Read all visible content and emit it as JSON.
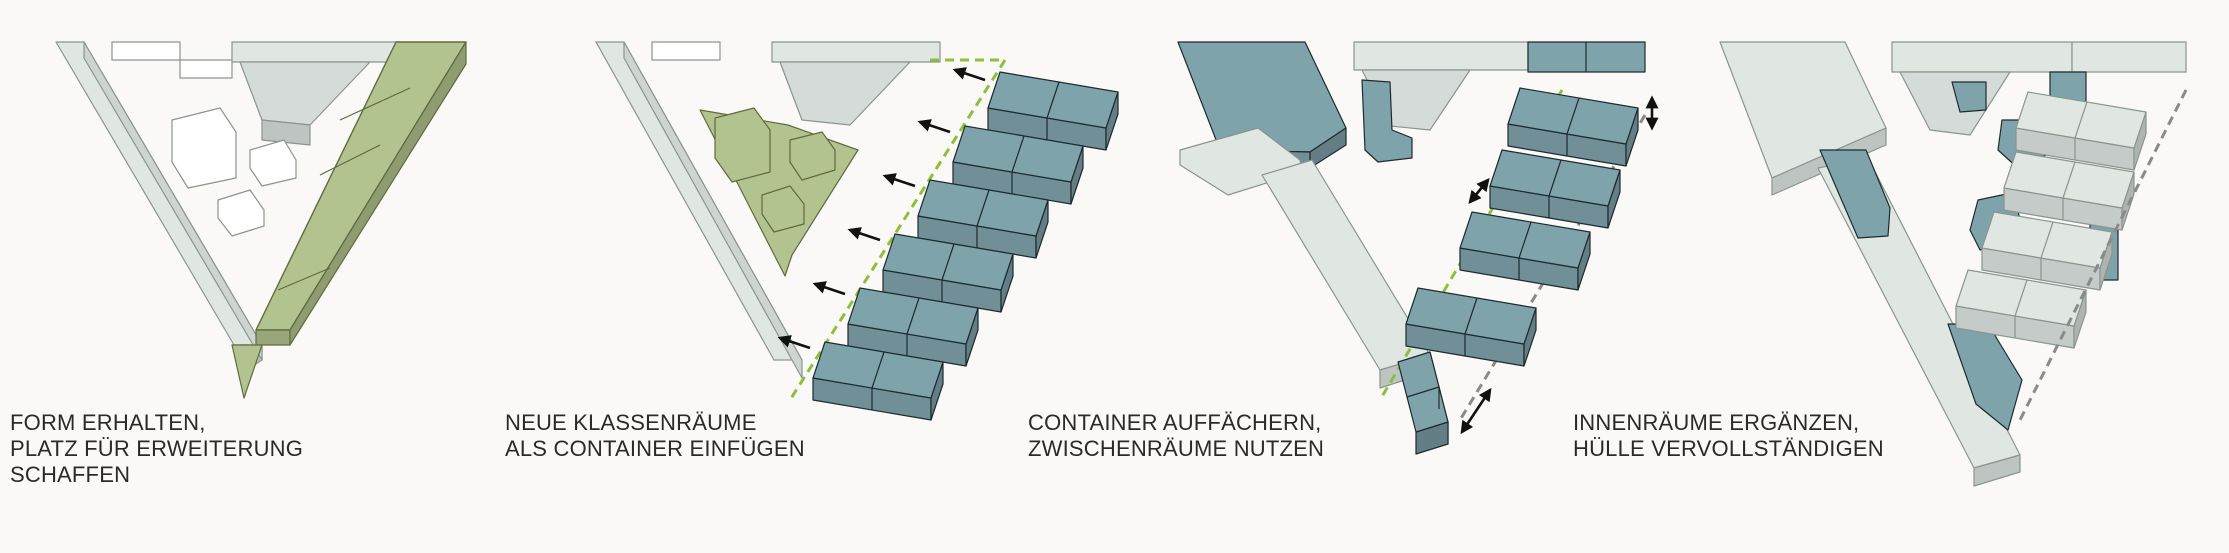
{
  "colors": {
    "background": "#fbf9f7",
    "existing_building": "#e0e7e3",
    "existing_building_edge": "#8a9590",
    "green_zone": "#b3c38f",
    "green_zone_edge": "#5f6b3c",
    "container": "#7fa3aa",
    "container_edge": "#1d2b2e",
    "boundary_dashed": "#8cc03a",
    "grey_dashed": "#8a8a8a",
    "arrow": "#111111"
  },
  "panels": [
    {
      "caption": [
        "FORM ERHALTEN,",
        "PLATZ FÜR ERWEITERUNG",
        "SCHAFFEN"
      ]
    },
    {
      "caption": [
        "NEUE KLASSENRÄUME",
        "ALS CONTAINER EINFÜGEN"
      ]
    },
    {
      "caption": [
        "CONTAINER AUFFÄCHERN,",
        "ZWISCHENRÄUME NUTZEN"
      ]
    },
    {
      "caption": [
        "INNENRÄUME ERGÄNZEN,",
        "HÜLLE VERVOLLSTÄNDIGEN"
      ]
    }
  ]
}
